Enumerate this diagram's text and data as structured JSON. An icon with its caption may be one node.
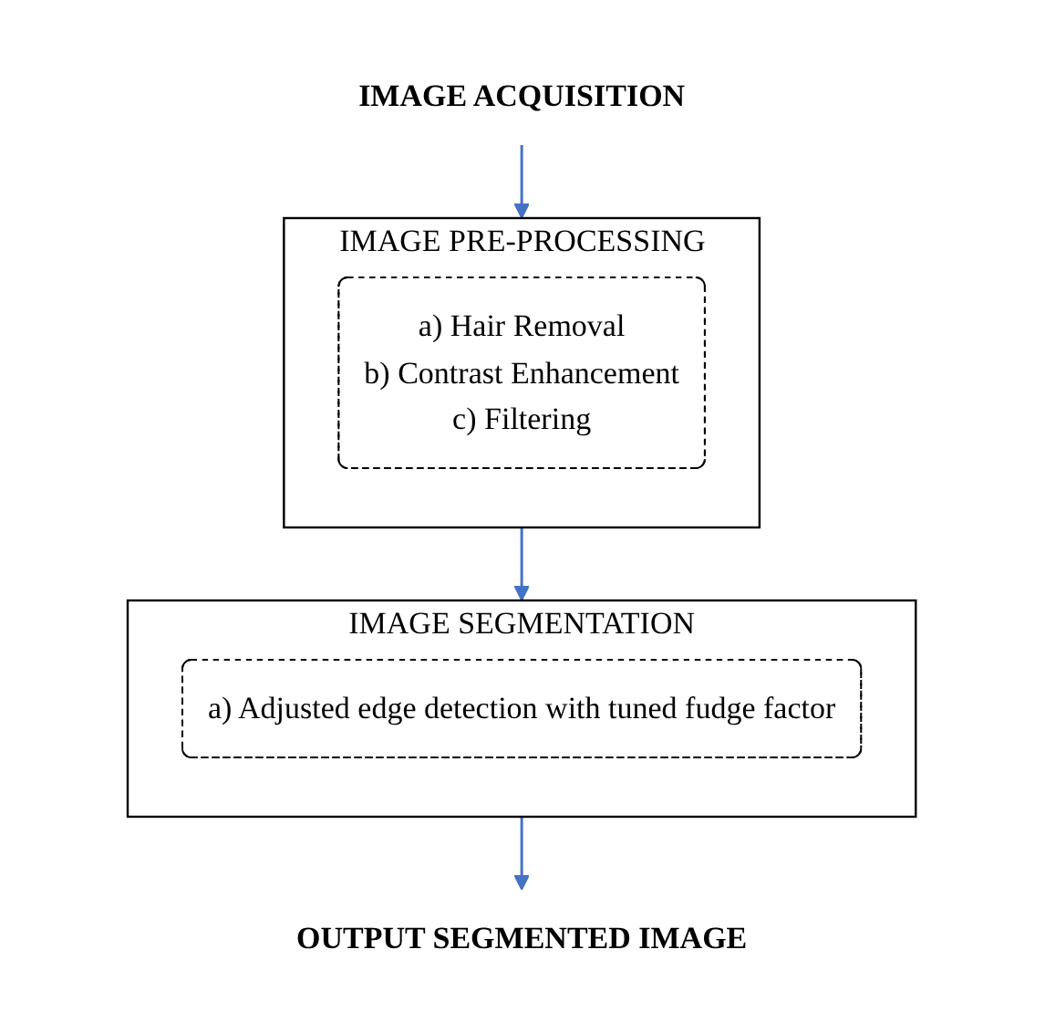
{
  "diagram": {
    "nodes": [
      {
        "text": [
          "IMAGE ACQUISITION"
        ]
      },
      {
        "text": [
          "IMAGE PRE-PROCESSING"
        ]
      },
      {
        "text": [
          "a) Hair Removal",
          "b) Contrast Enhancement",
          "c) Filtering"
        ],
        "in": 1
      },
      {
        "text": [
          "IMAGE SEGMENTATION"
        ]
      },
      {
        "text": [
          "a) Adjusted edge detection with tuned fudge factor"
        ],
        "in": 3
      },
      {
        "text": [
          "OUTPUT SEGMENTED IMAGE"
        ]
      }
    ],
    "edges": [
      {
        "from": 0,
        "to": 1,
        "arrow": "to"
      },
      {
        "from": 1,
        "to": 3,
        "arrow": "to"
      },
      {
        "from": 3,
        "to": 5,
        "arrow": "to"
      }
    ]
  }
}
